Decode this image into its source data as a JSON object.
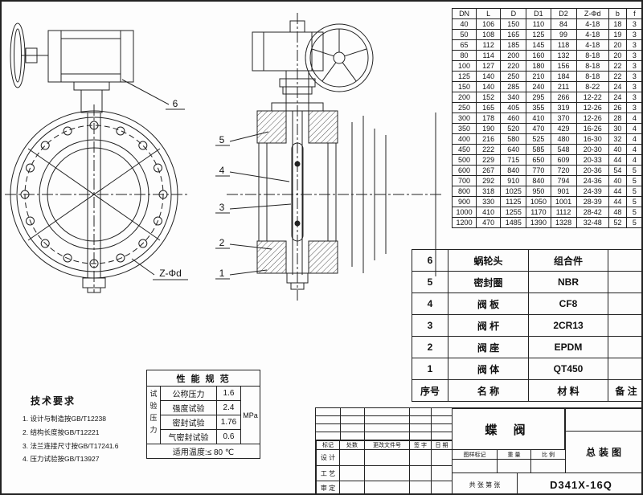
{
  "colors": {
    "ink": "#222222",
    "paper": "#fdfdfd"
  },
  "dim_table": {
    "headers": [
      "DN",
      "L",
      "D",
      "D1",
      "D2",
      "Z-Φd",
      "b",
      "f"
    ],
    "rows": [
      [
        "40",
        "106",
        "150",
        "110",
        "84",
        "4-18",
        "18",
        "3"
      ],
      [
        "50",
        "108",
        "165",
        "125",
        "99",
        "4-18",
        "19",
        "3"
      ],
      [
        "65",
        "112",
        "185",
        "145",
        "118",
        "4-18",
        "20",
        "3"
      ],
      [
        "80",
        "114",
        "200",
        "160",
        "132",
        "8-18",
        "20",
        "3"
      ],
      [
        "100",
        "127",
        "220",
        "180",
        "156",
        "8-18",
        "22",
        "3"
      ],
      [
        "125",
        "140",
        "250",
        "210",
        "184",
        "8-18",
        "22",
        "3"
      ],
      [
        "150",
        "140",
        "285",
        "240",
        "211",
        "8-22",
        "24",
        "3"
      ],
      [
        "200",
        "152",
        "340",
        "295",
        "266",
        "12-22",
        "24",
        "3"
      ],
      [
        "250",
        "165",
        "405",
        "355",
        "319",
        "12-26",
        "26",
        "3"
      ],
      [
        "300",
        "178",
        "460",
        "410",
        "370",
        "12-26",
        "28",
        "4"
      ],
      [
        "350",
        "190",
        "520",
        "470",
        "429",
        "16-26",
        "30",
        "4"
      ],
      [
        "400",
        "216",
        "580",
        "525",
        "480",
        "16-30",
        "32",
        "4"
      ],
      [
        "450",
        "222",
        "640",
        "585",
        "548",
        "20-30",
        "40",
        "4"
      ],
      [
        "500",
        "229",
        "715",
        "650",
        "609",
        "20-33",
        "44",
        "4"
      ],
      [
        "600",
        "267",
        "840",
        "770",
        "720",
        "20-36",
        "54",
        "5"
      ],
      [
        "700",
        "292",
        "910",
        "840",
        "794",
        "24-36",
        "40",
        "5"
      ],
      [
        "800",
        "318",
        "1025",
        "950",
        "901",
        "24-39",
        "44",
        "5"
      ],
      [
        "900",
        "330",
        "1125",
        "1050",
        "1001",
        "28-39",
        "44",
        "5"
      ],
      [
        "1000",
        "410",
        "1255",
        "1170",
        "1112",
        "28-42",
        "48",
        "5"
      ],
      [
        "1200",
        "470",
        "1485",
        "1390",
        "1328",
        "32-48",
        "52",
        "5"
      ]
    ]
  },
  "bom": {
    "headers": [
      "序号",
      "名  称",
      "材  料",
      "备  注"
    ],
    "items": [
      [
        "6",
        "蜗轮头",
        "组合件",
        ""
      ],
      [
        "5",
        "密封圈",
        "NBR",
        ""
      ],
      [
        "4",
        "阀  板",
        "CF8",
        ""
      ],
      [
        "3",
        "阀  杆",
        "2CR13",
        ""
      ],
      [
        "2",
        "阀  座",
        "EPDM",
        ""
      ],
      [
        "1",
        "阀  体",
        "QT450",
        ""
      ]
    ]
  },
  "spec_table": {
    "title": "性 能 规 范",
    "vertical_label": "试验压力",
    "rows": [
      {
        "label": "公称压力",
        "value": "1.6"
      },
      {
        "label": "强度试验",
        "value": "2.4"
      },
      {
        "label": "密封试验",
        "value": "1.76"
      },
      {
        "label": "气密封试验",
        "value": "0.6"
      }
    ],
    "unit": "MPa",
    "temperature": "适用温度:≤ 80 ℃"
  },
  "tech_requirements": {
    "title": "技术要求",
    "items": [
      "1. 设计与制造按GB/T12238",
      "2. 结构长度按GB/T12221",
      "3. 法兰连接尺寸按GB/T17241.6",
      "4. 压力试验按GB/T13927"
    ]
  },
  "title_block": {
    "product_name": "蝶  阀",
    "drawing_type": "总装图",
    "model": "D341X-16Q",
    "rev_headers": [
      "标记",
      "处数",
      "更改文件号",
      "签 字",
      "日 期"
    ],
    "roles": [
      "设 计",
      "工 艺",
      "审 定"
    ],
    "stamp_headers": [
      "图样标记",
      "重 量",
      "比 例"
    ],
    "sheet_label": "共  张  第  张"
  },
  "callouts": {
    "c1": "1",
    "c2": "2",
    "c3": "3",
    "c4": "4",
    "c5": "5",
    "c6": "6",
    "bolt_label": "Z-Φd"
  }
}
